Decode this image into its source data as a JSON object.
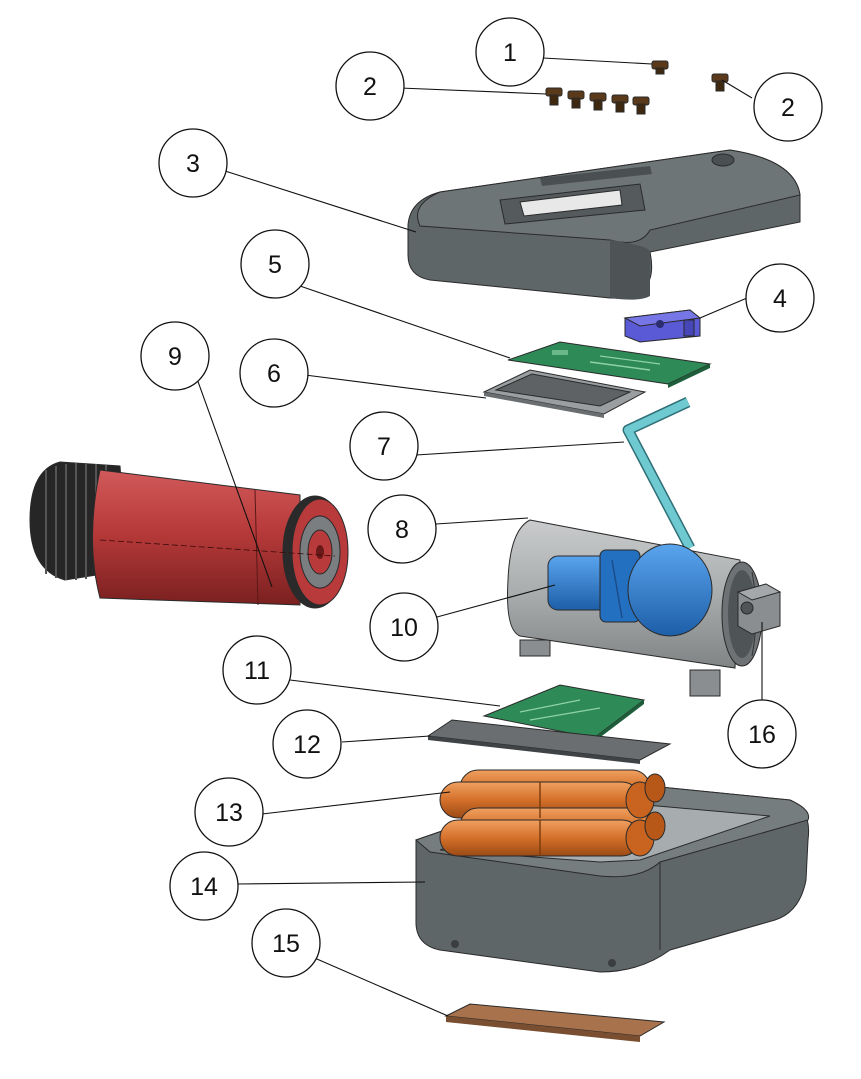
{
  "figure": {
    "type": "exploded-assembly-view",
    "callouts": [
      {
        "id": "c1a",
        "number": "1"
      },
      {
        "id": "c2a",
        "number": "2"
      },
      {
        "id": "c2b",
        "number": "2"
      },
      {
        "id": "c3",
        "number": "3"
      },
      {
        "id": "c4",
        "number": "4"
      },
      {
        "id": "c5",
        "number": "5"
      },
      {
        "id": "c6",
        "number": "6"
      },
      {
        "id": "c7",
        "number": "7"
      },
      {
        "id": "c8",
        "number": "8"
      },
      {
        "id": "c9",
        "number": "9"
      },
      {
        "id": "c10",
        "number": "10"
      },
      {
        "id": "c11",
        "number": "11"
      },
      {
        "id": "c12",
        "number": "12"
      },
      {
        "id": "c13",
        "number": "13"
      },
      {
        "id": "c14",
        "number": "14"
      },
      {
        "id": "c15",
        "number": "15"
      },
      {
        "id": "c16",
        "number": "16"
      }
    ],
    "colors": {
      "housing_gray": "#5f6668",
      "housing_light": "#8a9092",
      "cylinder_red": "#b83a3a",
      "cylinder_dark": "#262626",
      "pcb_green": "#2e8b57",
      "plate_gray": "#9a9ea0",
      "tube_cyan": "#6ec9d0",
      "blue_part": "#2d7fd4",
      "purple_part": "#5a5ad6",
      "battery_orange": "#d4702a",
      "pad_brown": "#8b5a3c",
      "screw_brown": "#5a3a1a",
      "metal_gray": "#a9acad"
    }
  }
}
